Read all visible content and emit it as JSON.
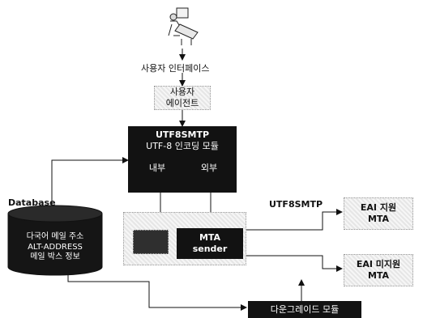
{
  "user_interface_label": "사용자 인터페이스",
  "user_agent": {
    "line1": "사용자",
    "line2": "에이전트"
  },
  "utf8smtp_module": {
    "title": "UTF8SMTP",
    "subtitle": "UTF-8 인코딩 모듈",
    "internal": "내부",
    "external": "외부"
  },
  "database_label": "Database",
  "database": {
    "line1": "다국어 메일 주소",
    "line2": "ALT-ADDRESS",
    "line3": "메일 박스 정보"
  },
  "mta_sender": {
    "line1": "MTA",
    "line2": "sender"
  },
  "utf8smtp_edge_label": "UTF8SMTP",
  "eai_supported_mta": {
    "line1": "EAI 지원",
    "line2": "MTA"
  },
  "eai_unsupported_mta": {
    "line1": "EAI 미지원",
    "line2": "MTA"
  },
  "downgrade_module": {
    "label": "다운그레이드 모듈"
  }
}
